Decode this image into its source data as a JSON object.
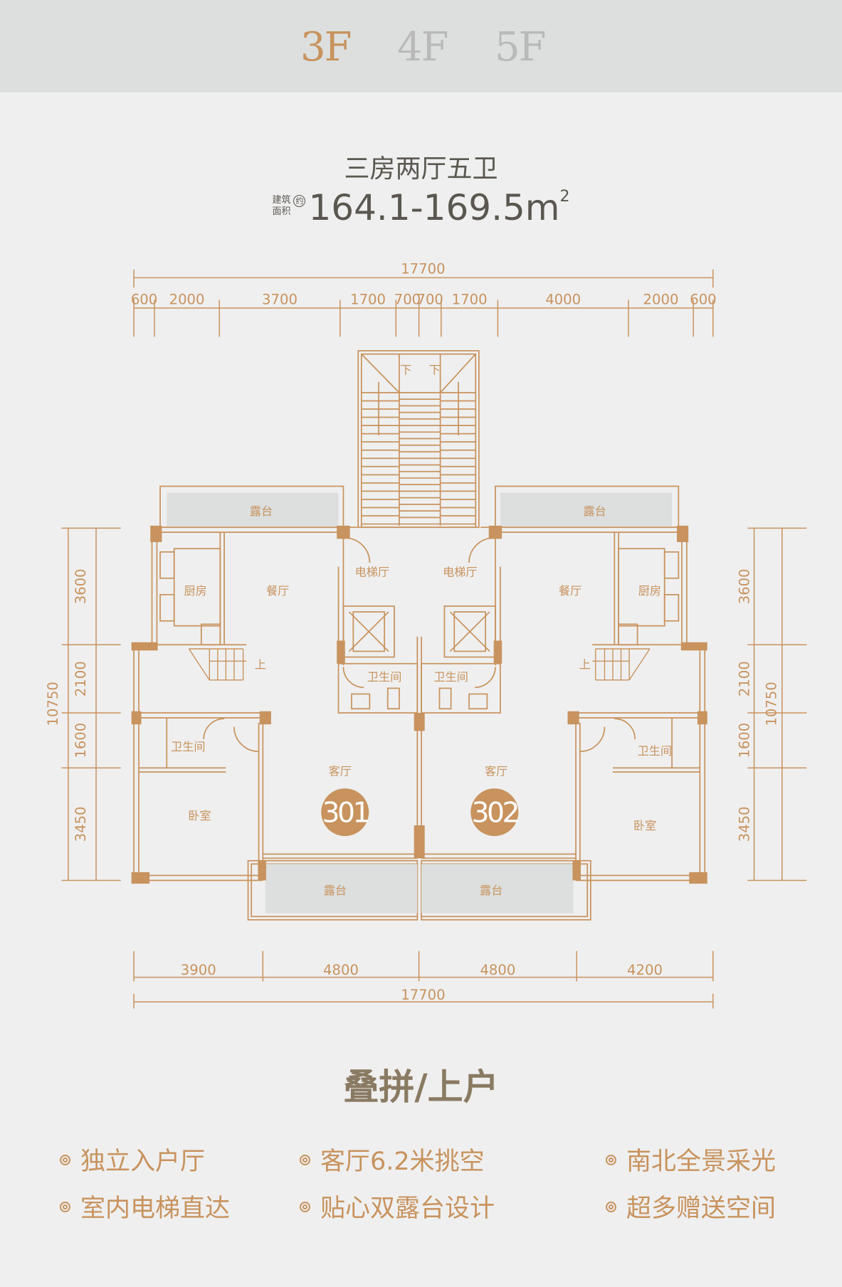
{
  "floor_tabs": [
    {
      "label": "3F",
      "active": true
    },
    {
      "label": "4F",
      "active": false
    },
    {
      "label": "5F",
      "active": false
    }
  ],
  "layout_title": "三房两厅五卫",
  "area": {
    "label_line1": "建筑",
    "label_line2": "面积",
    "approx": "约",
    "value": "164.1-169.5m",
    "unit_sup": "2"
  },
  "plan": {
    "top_total": "17700",
    "top_segments": [
      "600",
      "2000",
      "3700",
      "1700",
      "700",
      "700",
      "1700",
      "4000",
      "2000",
      "600"
    ],
    "bottom_segments": [
      "3900",
      "4800",
      "4800",
      "4200"
    ],
    "bottom_total": "17700",
    "side_segments": [
      "3600",
      "2100",
      "1600",
      "3450"
    ],
    "side_total": "10750",
    "rooms": {
      "terrace": "露台",
      "dining": "餐厅",
      "kitchen": "厨房",
      "elevator_hall": "电梯厅",
      "bathroom": "卫生间",
      "living": "客厅",
      "bedroom": "卧室",
      "up": "上",
      "down": "下"
    },
    "units": [
      "301",
      "302"
    ]
  },
  "subtitle": "叠拼/上户",
  "features": [
    "独立入户厅",
    "客厅6.2米挑空",
    "南北全景采光",
    "室内电梯直达",
    "贴心双露台设计",
    "超多赠送空间"
  ],
  "colors": {
    "accent": "#c8935e",
    "text": "#5a5750",
    "header_bg": "#dcdfde",
    "terrace_fill": "#dcdfde"
  }
}
